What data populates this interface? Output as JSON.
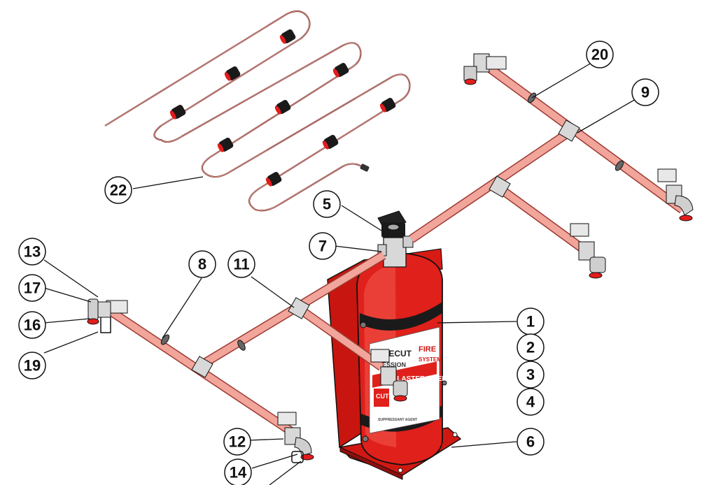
{
  "callouts": [
    {
      "label": "1",
      "target_part": "cylinder"
    },
    {
      "label": "2",
      "target_part": "cylinder"
    },
    {
      "label": "3",
      "target_part": "cylinder"
    },
    {
      "label": "4",
      "target_part": "cylinder"
    },
    {
      "label": "5",
      "target_part": "valve-solenoid"
    },
    {
      "label": "6",
      "target_part": "mounting-bracket"
    },
    {
      "label": "7",
      "target_part": "valve"
    },
    {
      "label": "8",
      "target_part": "pipe"
    },
    {
      "label": "9",
      "target_part": "tee-fitting"
    },
    {
      "label": "11",
      "target_part": "tee-fitting"
    },
    {
      "label": "12",
      "target_part": "elbow-fitting"
    },
    {
      "label": "13",
      "target_part": "nozzle-bracket"
    },
    {
      "label": "14",
      "target_part": "nozzle"
    },
    {
      "label": "16",
      "target_part": "nozzle"
    },
    {
      "label": "17",
      "target_part": "nozzle-bracket"
    },
    {
      "label": "19",
      "target_part": "nozzle-cap"
    },
    {
      "label": "20",
      "target_part": "pipe-clamp"
    },
    {
      "label": "22",
      "target_part": "detection-tube"
    }
  ],
  "cylinder_label": {
    "line1": "ZECUT",
    "line2": "FIRE",
    "line3": "ESSION",
    "line4": "SYSTEM",
    "line5": "BLASTER AGENT",
    "line6": "CUT",
    "line7": "SUPPRESSANT AGENT"
  },
  "colors": {
    "pipe": "#f2a59a",
    "pipe_edge": "#9b3a32",
    "cylinder": "#e0201b",
    "cylinder_dark": "#8f0f0c",
    "metal": "#d8d8d8",
    "cap": "#e21c1c",
    "tube": "#7a2a25",
    "outline": "#111111"
  }
}
